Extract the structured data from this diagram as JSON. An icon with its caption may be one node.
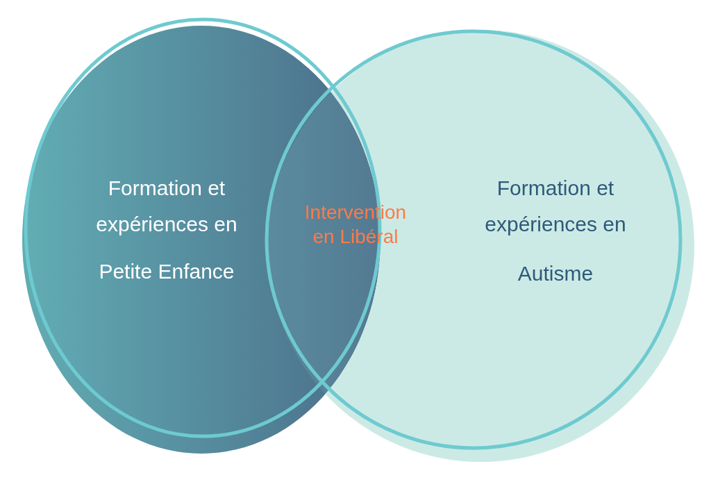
{
  "diagram": {
    "nodes": [
      {
        "text": [
          "Formation et expériences en",
          "Petite Enfance"
        ]
      },
      {
        "text": [
          "Formation et expériences en",
          "Autisme"
        ]
      }
    ],
    "labels": [
      "Intervention en Libéral"
    ]
  }
}
